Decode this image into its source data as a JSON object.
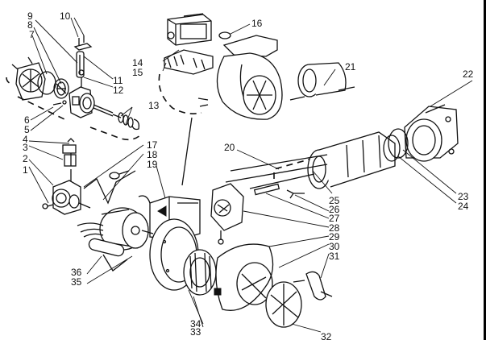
{
  "diagram": {
    "type": "exploded-parts-view",
    "subject": "burner assembly",
    "callouts": [
      {
        "id": "1",
        "label": "1"
      },
      {
        "id": "2",
        "label": "2"
      },
      {
        "id": "3",
        "label": "3"
      },
      {
        "id": "4",
        "label": "4"
      },
      {
        "id": "5",
        "label": "5"
      },
      {
        "id": "6",
        "label": "6"
      },
      {
        "id": "7",
        "label": "7"
      },
      {
        "id": "8",
        "label": "8"
      },
      {
        "id": "9",
        "label": "9"
      },
      {
        "id": "10",
        "label": "10"
      },
      {
        "id": "11",
        "label": "11"
      },
      {
        "id": "12",
        "label": "12"
      },
      {
        "id": "13",
        "label": "13"
      },
      {
        "id": "14",
        "label": "14"
      },
      {
        "id": "15",
        "label": "15"
      },
      {
        "id": "16",
        "label": "16"
      },
      {
        "id": "17",
        "label": "17"
      },
      {
        "id": "18",
        "label": "18"
      },
      {
        "id": "19",
        "label": "19"
      },
      {
        "id": "20",
        "label": "20"
      },
      {
        "id": "21",
        "label": "21"
      },
      {
        "id": "22",
        "label": "22"
      },
      {
        "id": "23",
        "label": "23"
      },
      {
        "id": "24",
        "label": "24"
      },
      {
        "id": "25",
        "label": "25"
      },
      {
        "id": "26",
        "label": "26"
      },
      {
        "id": "27",
        "label": "27"
      },
      {
        "id": "28",
        "label": "28"
      },
      {
        "id": "29",
        "label": "29"
      },
      {
        "id": "30",
        "label": "30"
      },
      {
        "id": "31",
        "label": "31"
      },
      {
        "id": "32",
        "label": "32"
      },
      {
        "id": "33",
        "label": "33"
      },
      {
        "id": "34",
        "label": "34"
      },
      {
        "id": "35",
        "label": "35"
      },
      {
        "id": "36",
        "label": "36"
      }
    ]
  }
}
